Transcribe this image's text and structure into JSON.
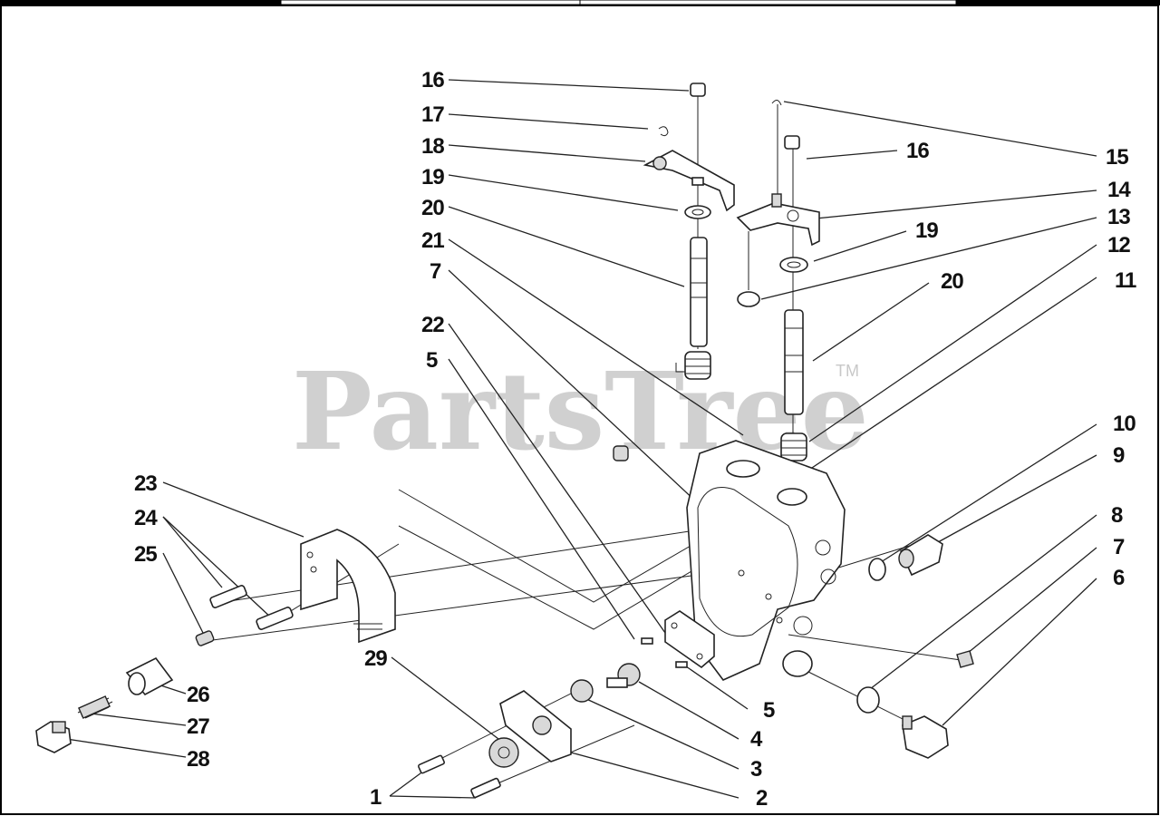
{
  "watermark": {
    "text": "PartsTree",
    "mark": "TM"
  },
  "callouts": [
    "16",
    "17",
    "18",
    "19",
    "20",
    "21",
    "7",
    "22",
    "5",
    "23",
    "24",
    "25",
    "26",
    "27",
    "28",
    "29",
    "1",
    "16",
    "15",
    "14",
    "13",
    "19",
    "12",
    "20",
    "11",
    "10",
    "9",
    "8",
    "7",
    "6",
    "5",
    "4",
    "3",
    "2"
  ],
  "colors": {
    "ink": "#111111",
    "watermark": "#c8c8c8",
    "bar": "#000000"
  }
}
